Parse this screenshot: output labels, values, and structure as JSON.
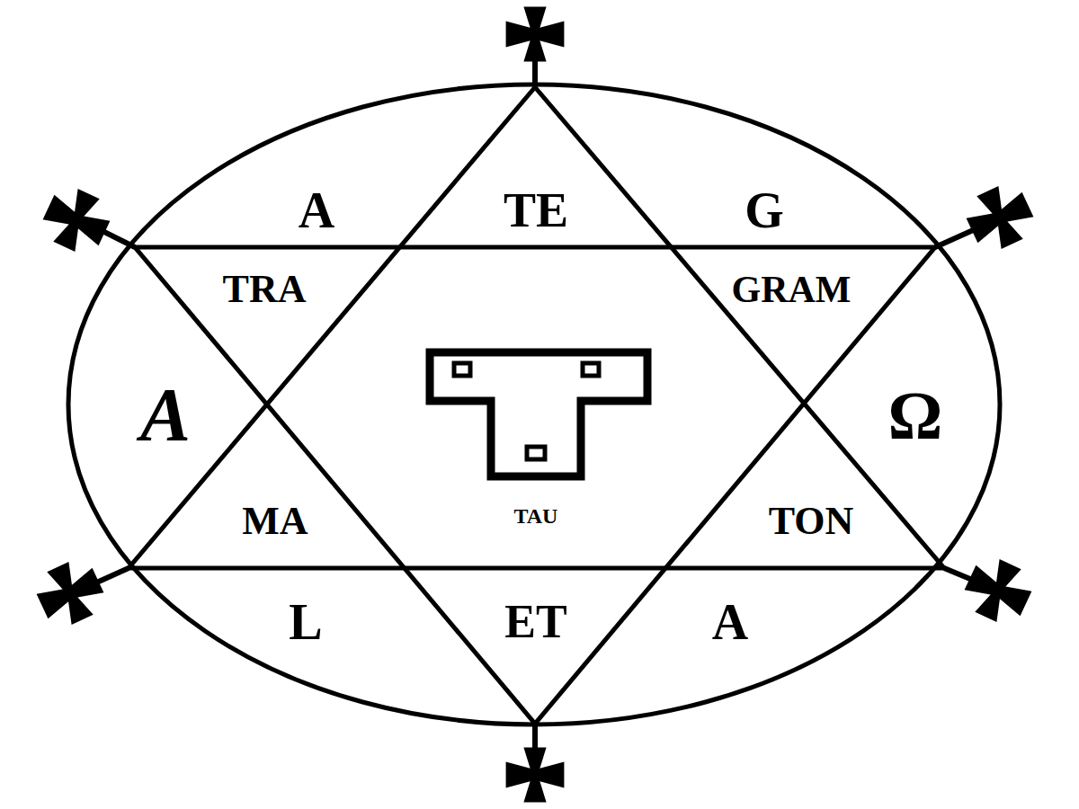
{
  "diagram": {
    "labels": [
      "A",
      "TE",
      "G",
      "TRA",
      "GRAM",
      "A",
      "Ω",
      "MA",
      "TAU",
      "TON",
      "L",
      "ET",
      "A"
    ]
  }
}
